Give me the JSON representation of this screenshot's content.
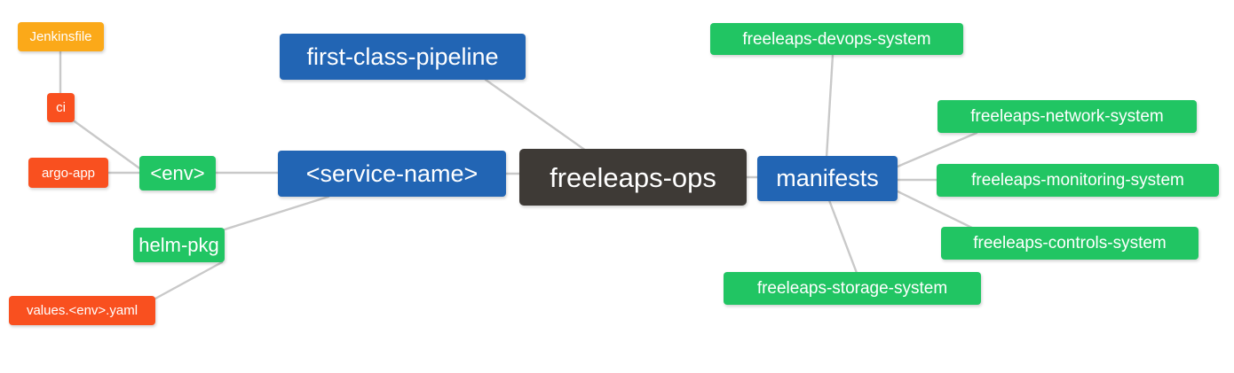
{
  "diagram": {
    "type": "mind-map",
    "title": "freeleaps-ops",
    "background_color": "#ffffff",
    "edge_color": "#c9c9c9",
    "palette": {
      "root": "#3e3a36",
      "blue": "#2265b4",
      "green": "#21c563",
      "orange": "#fba919",
      "red": "#f9501f"
    }
  },
  "nodes": {
    "root": {
      "label": "freeleaps-ops",
      "color": "#3e3a36"
    },
    "pipeline": {
      "label": "first-class-pipeline",
      "color": "#2265b4"
    },
    "service_name": {
      "label": "<service-name>",
      "color": "#2265b4"
    },
    "env": {
      "label": "<env>",
      "color": "#21c563"
    },
    "jenkinsfile": {
      "label": "Jenkinsfile",
      "color": "#fba919"
    },
    "ci": {
      "label": "ci",
      "color": "#f9501f"
    },
    "argo_app": {
      "label": "argo-app",
      "color": "#f9501f"
    },
    "helm_pkg": {
      "label": "helm-pkg",
      "color": "#21c563"
    },
    "values_yaml": {
      "label": "values.<env>.yaml",
      "color": "#f9501f"
    },
    "manifests": {
      "label": "manifests",
      "color": "#2265b4"
    },
    "devops_system": {
      "label": "freeleaps-devops-system",
      "color": "#21c563"
    },
    "network_system": {
      "label": "freeleaps-network-system",
      "color": "#21c563"
    },
    "monitoring_system": {
      "label": "freeleaps-monitoring-system",
      "color": "#21c563"
    },
    "controls_system": {
      "label": "freeleaps-controls-system",
      "color": "#21c563"
    },
    "storage_system": {
      "label": "freeleaps-storage-system",
      "color": "#21c563"
    }
  },
  "edges": [
    {
      "from": "root",
      "to": "pipeline"
    },
    {
      "from": "root",
      "to": "service_name"
    },
    {
      "from": "root",
      "to": "manifests"
    },
    {
      "from": "service_name",
      "to": "env"
    },
    {
      "from": "service_name",
      "to": "helm_pkg"
    },
    {
      "from": "env",
      "to": "ci"
    },
    {
      "from": "env",
      "to": "argo_app"
    },
    {
      "from": "ci",
      "to": "jenkinsfile"
    },
    {
      "from": "helm_pkg",
      "to": "values_yaml"
    },
    {
      "from": "manifests",
      "to": "devops_system"
    },
    {
      "from": "manifests",
      "to": "network_system"
    },
    {
      "from": "manifests",
      "to": "monitoring_system"
    },
    {
      "from": "manifests",
      "to": "controls_system"
    },
    {
      "from": "manifests",
      "to": "storage_system"
    }
  ]
}
